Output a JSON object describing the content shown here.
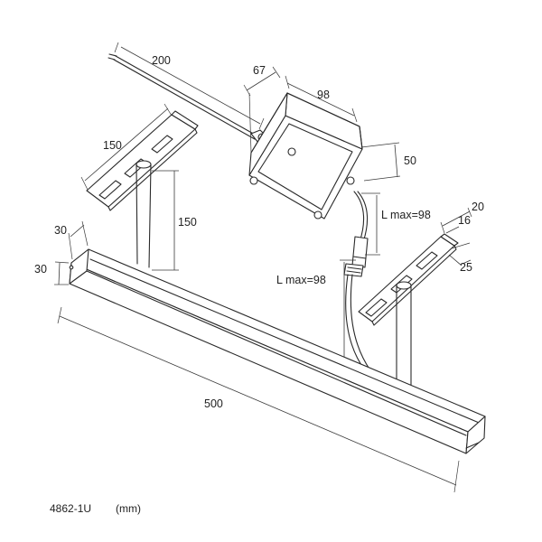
{
  "model_code": "4862-1U",
  "units": "(mm)",
  "colors": {
    "line": "#2a2a2a",
    "background": "#ffffff"
  },
  "dimensions": {
    "cable_length": "200",
    "box_depth": "67",
    "box_width": "98",
    "box_height": "50",
    "bracket_left_length": "150",
    "suspension_length": "150",
    "bracket_right_width": "20",
    "bracket_right_slot": "16",
    "bracket_right_length": "25",
    "cable_lmax_upper": "L max=98",
    "cable_lmax_lower": "L max=98",
    "profile_width": "30",
    "profile_height": "30",
    "profile_length": "500"
  }
}
